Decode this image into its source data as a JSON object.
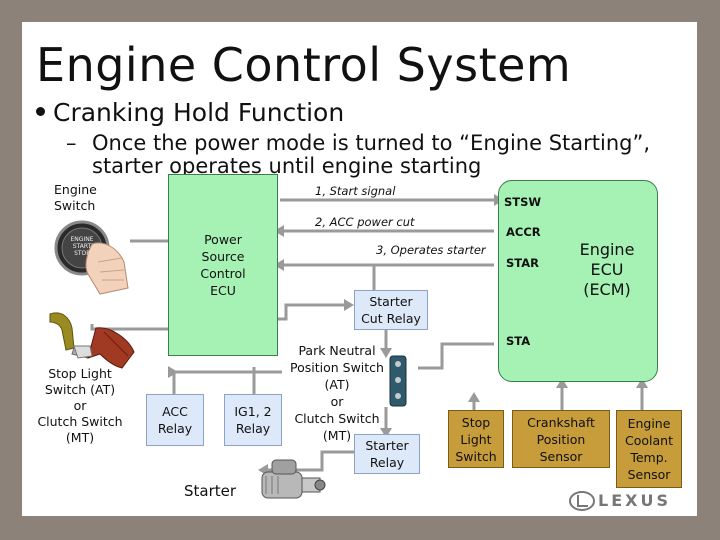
{
  "slide": {
    "title": "Engine Control System",
    "bullet": "Cranking Hold Function",
    "sub_dash": "–",
    "sub_text": "Once the power mode is turned to “Engine Starting”,  starter operates until engine starting"
  },
  "labels": {
    "engine_switch": "Engine\nSwitch",
    "stop_light_switch": "Stop Light\nSwitch (AT)\nor\nClutch Switch\n(MT)",
    "park_neutral": "Park Neutral\nPosition Switch\n(AT)\nor\nClutch Switch\n(MT)",
    "starter": "Starter",
    "button_text": "ENGINE\nSTART\nSTOP"
  },
  "boxes": {
    "power_source_ecu": "Power\nSource\nControl\nECU",
    "engine_ecu": "Engine\nECU\n(ECM)",
    "starter_cut_relay": "Starter\nCut Relay",
    "acc_relay": "ACC\nRelay",
    "ig_relay": "IG1, 2\nRelay",
    "starter_relay": "Starter\nRelay",
    "stop_light_switch_box": "Stop\nLight\nSwitch",
    "crankshaft_sensor": "Crankshaft\nPosition\nSensor",
    "coolant_sensor": "Engine\nCoolant\nTemp.\nSensor"
  },
  "signals": {
    "s1": "1, Start signal",
    "s2": "2, ACC power cut",
    "s3": "3, Operates starter"
  },
  "pins": {
    "stsw": "STSW",
    "accr": "ACCR",
    "star": "STAR",
    "sta": "STA"
  },
  "logo": {
    "text": "LEXUS"
  },
  "colors": {
    "frame": "#8c8279",
    "ecu_green": "#a6f2b5",
    "sensor_tan": "#c79c3a",
    "relay_blue": "#dde9f8",
    "line": "#9a9a9a"
  }
}
